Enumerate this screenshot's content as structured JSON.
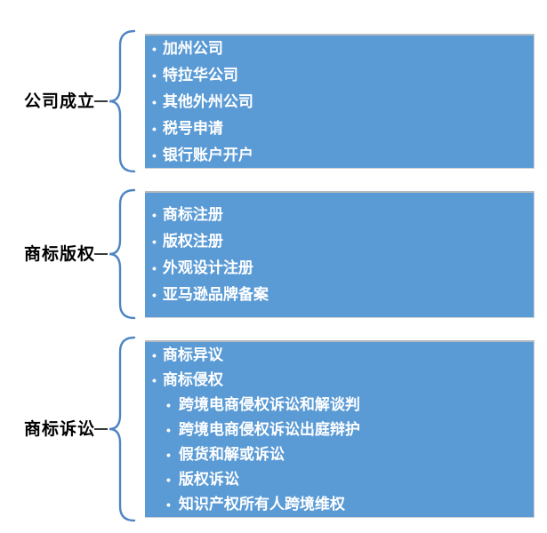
{
  "page": {
    "background": "#ffffff"
  },
  "glyphs": {
    "bullet": "•"
  },
  "colors": {
    "panel_fill": "#5b9bd5",
    "panel_top_edge": "#b6babf",
    "brace_stroke": "#4e86c2",
    "label_text": "#000000",
    "item_text": "#ffffff"
  },
  "sections": [
    {
      "label": "公司成立",
      "items": [
        {
          "text": "加州公司",
          "level": 1
        },
        {
          "text": "特拉华公司",
          "level": 1
        },
        {
          "text": "其他外州公司",
          "level": 1
        },
        {
          "text": "税号申请",
          "level": 1
        },
        {
          "text": "银行账户开户",
          "level": 1
        }
      ]
    },
    {
      "label": "商标版权",
      "items": [
        {
          "text": "商标注册",
          "level": 1
        },
        {
          "text": "版权注册",
          "level": 1
        },
        {
          "text": "外观设计注册",
          "level": 1
        },
        {
          "text": "亚马逊品牌备案",
          "level": 1
        }
      ]
    },
    {
      "label": "商标诉讼",
      "items": [
        {
          "text": "商标异议",
          "level": 1
        },
        {
          "text": "商标侵权",
          "level": 1
        },
        {
          "text": "跨境电商侵权诉讼和解谈判",
          "level": 2
        },
        {
          "text": "跨境电商侵权诉讼出庭辩护",
          "level": 2
        },
        {
          "text": "假货和解或诉讼",
          "level": 2
        },
        {
          "text": "版权诉讼",
          "level": 2
        },
        {
          "text": "知识产权所有人跨境维权",
          "level": 2
        }
      ]
    }
  ]
}
